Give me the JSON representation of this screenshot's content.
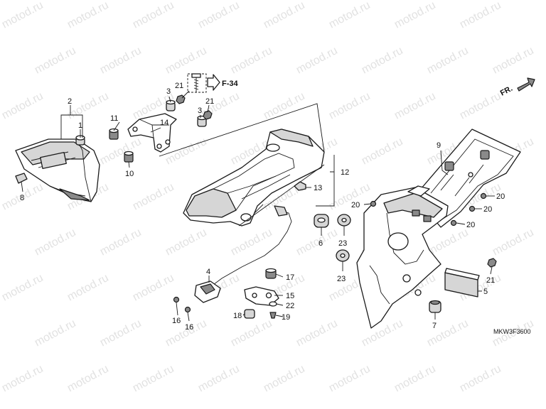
{
  "watermark": "motod.ru",
  "diagram_code": "MKW3F3600",
  "front_arrow_label": "FR.",
  "page_ref_label": "F-34",
  "callouts": {
    "c1": "1",
    "c2": "2",
    "c3a": "3",
    "c3b": "3",
    "c4": "4",
    "c5": "5",
    "c6": "6",
    "c7": "7",
    "c8": "8",
    "c9": "9",
    "c10": "10",
    "c11": "11",
    "c12": "12",
    "c13": "13",
    "c14": "14",
    "c15": "15",
    "c16a": "16",
    "c16b": "16",
    "c17": "17",
    "c18": "18",
    "c19": "19",
    "c20a": "20",
    "c20b": "20",
    "c20c": "20",
    "c20d": "20",
    "c21a": "21",
    "c21b": "21",
    "c21c": "21",
    "c22": "22",
    "c23a": "23",
    "c23b": "23"
  }
}
